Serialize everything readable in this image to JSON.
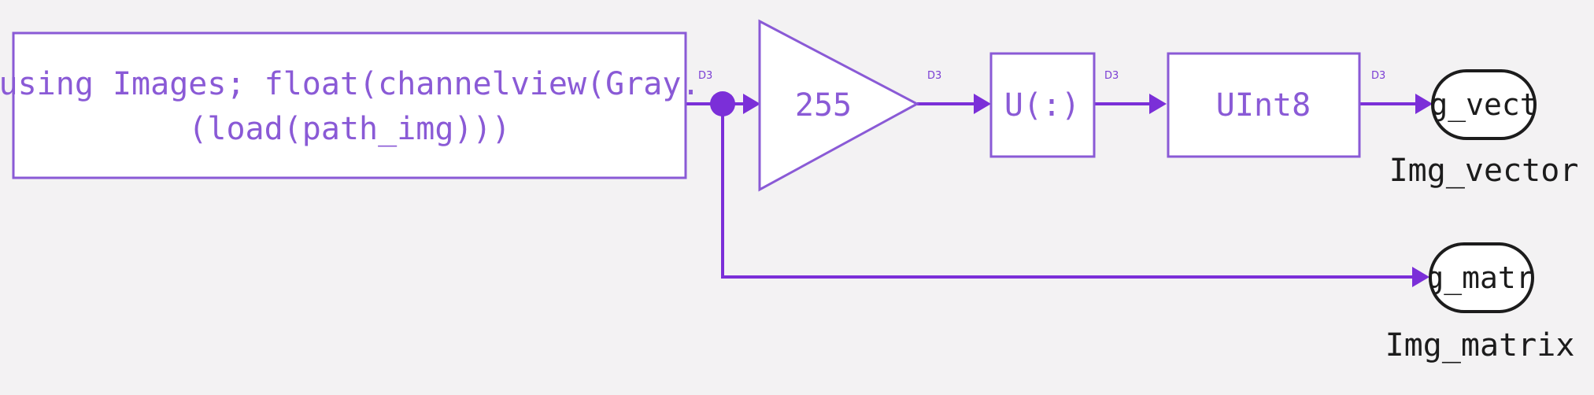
{
  "colors": {
    "background": "#f3f2f3",
    "block_stroke": "#8a5ad6",
    "signal": "#7b2fd8",
    "block_text": "#8a5ad6",
    "outport_stroke": "#1c1c1c"
  },
  "blocks": {
    "source": {
      "line1": "using Images; float(channelview(Gray.",
      "line2": "(load(path_img)))"
    },
    "gain": {
      "value": "255"
    },
    "reshape": {
      "label": "U(:)"
    },
    "convert": {
      "label": "UInt8"
    }
  },
  "signals": {
    "source_out": "D3",
    "gain_out": "D3",
    "reshape_out": "D3",
    "convert_out": "D3"
  },
  "outports": {
    "vector": {
      "inner_text": "g_vect",
      "name": "Img_vector"
    },
    "matrix": {
      "inner_text": "g_matr",
      "name": "Img_matrix"
    }
  }
}
